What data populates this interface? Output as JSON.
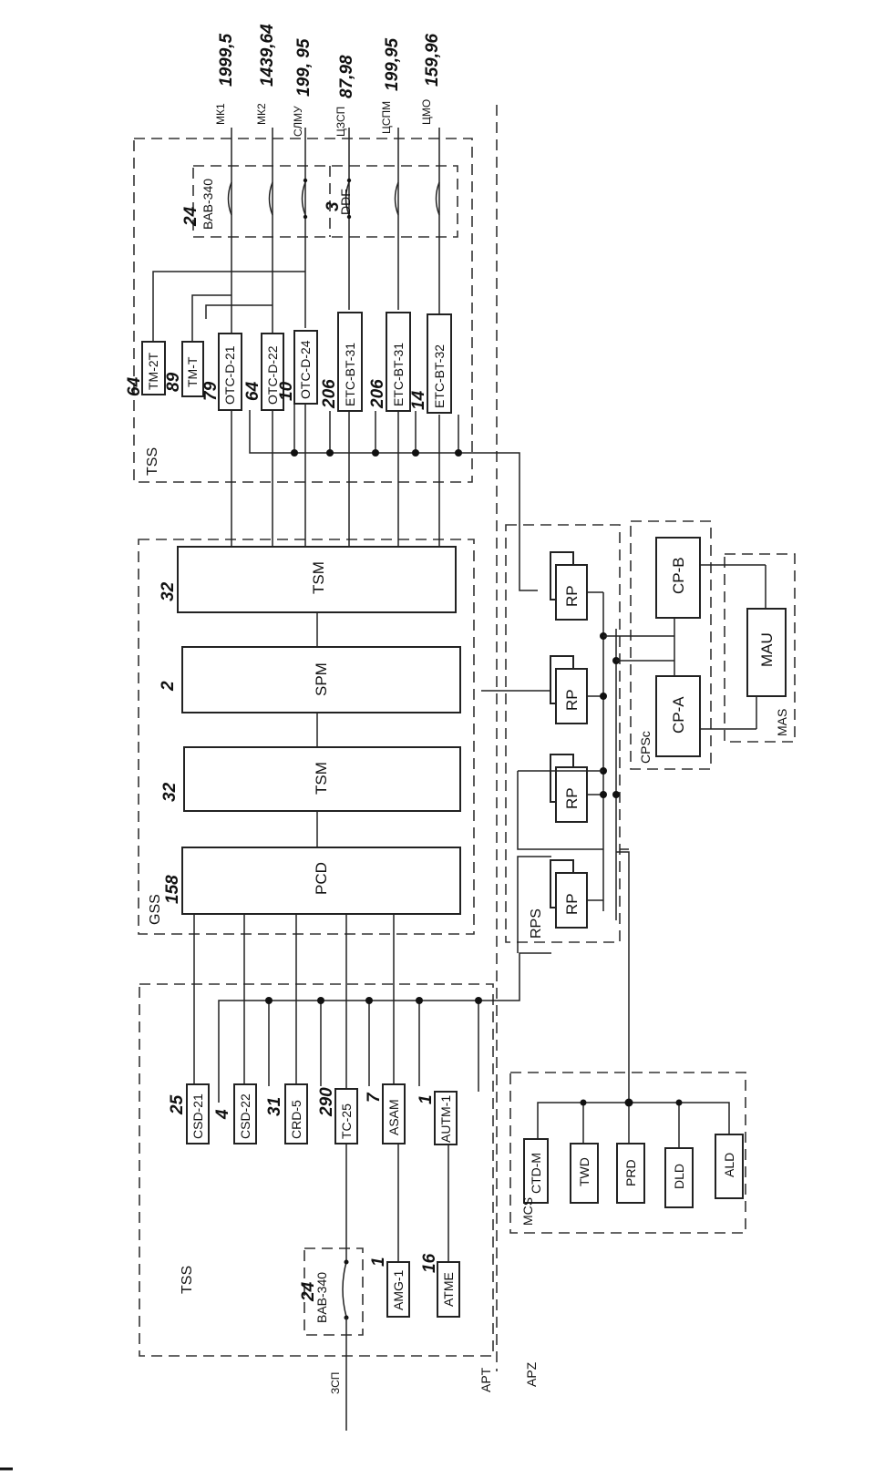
{
  "groups": {
    "tss_top": "TSS",
    "tss_bottom": "TSS",
    "gss": "GSS",
    "rps": "RPS",
    "cpsc": "CPSc",
    "mas": "MAS",
    "mcs": "MCS",
    "apt": "APT",
    "apz": "APZ"
  },
  "trunks": {
    "t1": {
      "label": "МК1",
      "value": "1999,5"
    },
    "t2": {
      "label": "МК2",
      "value": "1439,64"
    },
    "t3": {
      "label": "СЛМУ",
      "value": "199, 95"
    },
    "t4": {
      "label": "ЦЗСП",
      "value": "87,98"
    },
    "t5": {
      "label": "ЦСПМ",
      "value": "199,95"
    },
    "t6": {
      "label": "ЦМО",
      "value": "159,96"
    },
    "bottom": {
      "label": "ЗСП"
    }
  },
  "top_blocks": {
    "bab_top": {
      "name": "BAB-340",
      "count": "24"
    },
    "ddf": {
      "name": "DDF",
      "count": "3"
    },
    "tm2t": {
      "name": "TM-2T",
      "count": "64"
    },
    "tmt": {
      "name": "TM-T",
      "count": "89"
    },
    "otc21": {
      "name": "OTC-D-21",
      "count": "79"
    },
    "otc22": {
      "name": "OTC-D-22",
      "count": "64"
    },
    "otc24": {
      "name": "OTC-D-24",
      "count": "10"
    },
    "etc31a": {
      "name": "ETC-BT-31",
      "count": "206"
    },
    "etc31b": {
      "name": "ETC-BT-31",
      "count": "206"
    },
    "etc32": {
      "name": "ETC-BT-32",
      "count": "14"
    }
  },
  "switch_blocks": {
    "tsm1": {
      "name": "TSM",
      "count": "32"
    },
    "spm": {
      "name": "SPM",
      "count": "2"
    },
    "tsm2": {
      "name": "TSM",
      "count": "32"
    },
    "pcd": {
      "name": "PCD",
      "count": "158"
    }
  },
  "bottom_blocks": {
    "csd21": {
      "name": "CSD-21",
      "count": "25"
    },
    "csd22": {
      "name": "CSD-22",
      "count": "4"
    },
    "crd5": {
      "name": "CRD-5",
      "count": "31"
    },
    "tc25": {
      "name": "TC-25",
      "count": "290"
    },
    "asam": {
      "name": "ASAM",
      "count": "7"
    },
    "autm1": {
      "name": "AUTM-1",
      "count": "1"
    },
    "amg1": {
      "name": "AMG-1",
      "count": "1"
    },
    "atme": {
      "name": "ATME",
      "count": "16"
    },
    "bab_bottom": {
      "name": "BAB-340",
      "count": "24"
    }
  },
  "rp_label": "RP",
  "cp": {
    "cpa": "CP-A",
    "cpb": "CP-B",
    "mau": "MAU"
  },
  "mcs_blocks": {
    "ctdm": "CTD-M",
    "twd": "TWD",
    "prd": "PRD",
    "dld": "DLD",
    "ald": "ALD"
  }
}
